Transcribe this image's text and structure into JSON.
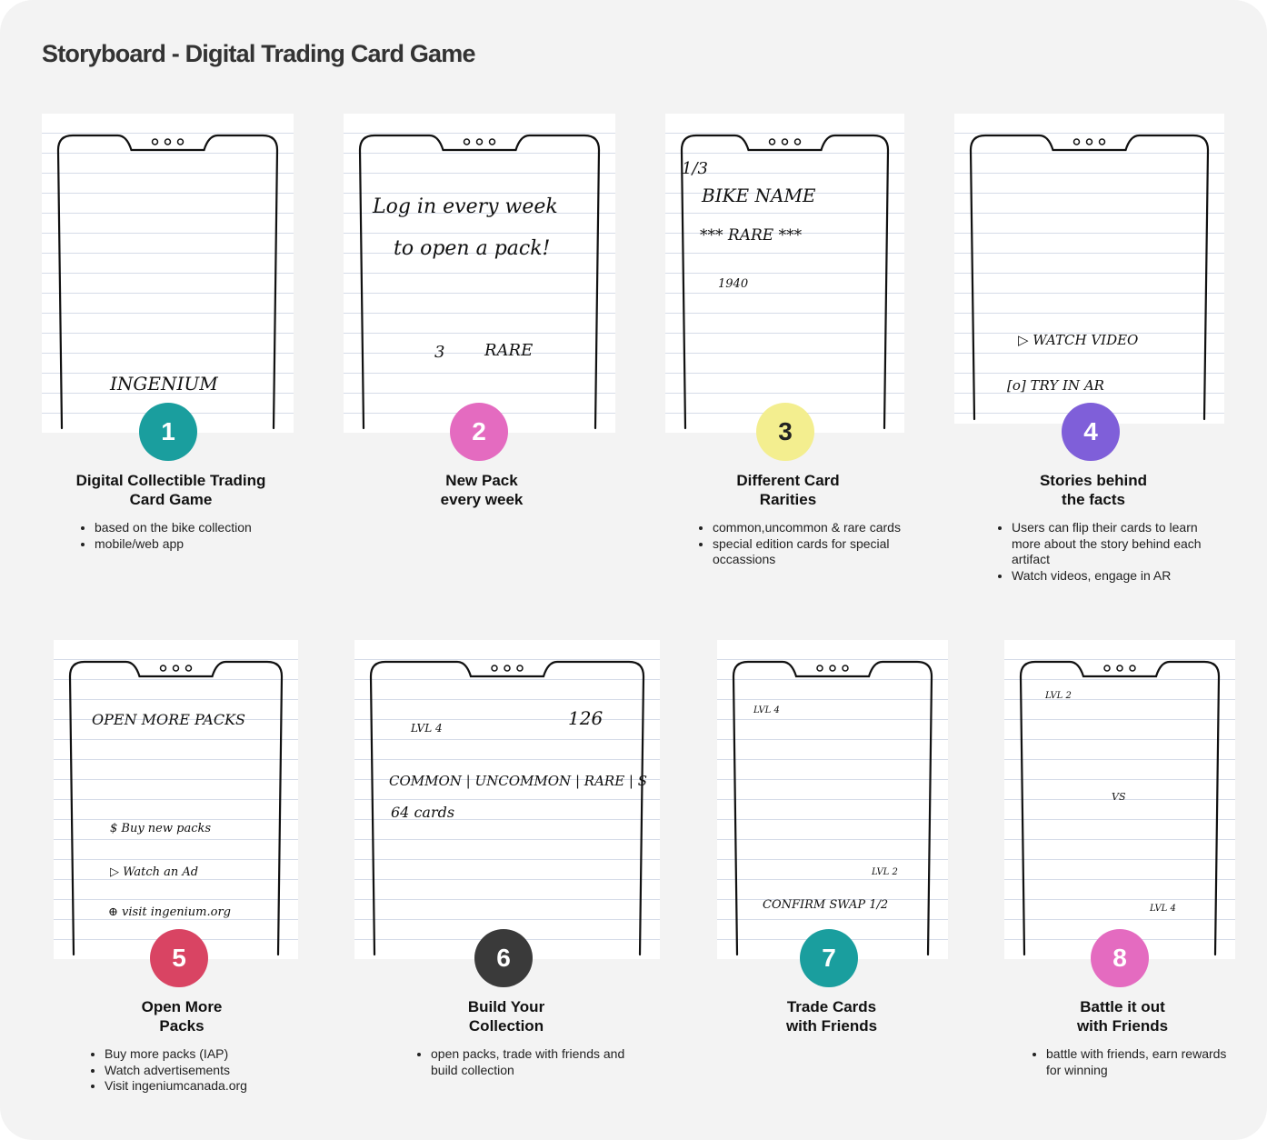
{
  "title": "Storyboard - Digital Trading Card Game",
  "panels": [
    {
      "number": "1",
      "color": "#1a9e9e",
      "text_color": "#ffffff",
      "title": [
        "Digital Collectible Trading",
        "Card Game"
      ],
      "bullets": [
        "based on the bike collection",
        "mobile/web app"
      ],
      "sketch_text": [
        "INGENIUM"
      ]
    },
    {
      "number": "2",
      "color": "#e46bc0",
      "text_color": "#ffffff",
      "title": [
        "New Pack",
        "every week"
      ],
      "bullets": [],
      "sketch_text": [
        "Log in every week",
        "to open a pack!",
        "RARE",
        "3"
      ]
    },
    {
      "number": "3",
      "color": "#f3ee8f",
      "text_color": "#222222",
      "title": [
        "Different Card",
        "Rarities"
      ],
      "bullets": [
        "common,uncommon & rare cards",
        "special edition cards for special occassions"
      ],
      "sketch_text": [
        "1/3",
        "BIKE   NAME",
        "*** RARE ***",
        "1940"
      ]
    },
    {
      "number": "4",
      "color": "#7f5fd9",
      "text_color": "#ffffff",
      "title": [
        "Stories behind",
        "the facts"
      ],
      "bullets": [
        "Users can flip their cards to learn more about the story behind each artifact",
        "Watch videos, engage in AR"
      ],
      "sketch_text": [
        "▷ WATCH  VIDEO",
        "[o] TRY  IN  AR"
      ]
    },
    {
      "number": "5",
      "color": "#d94463",
      "text_color": "#ffffff",
      "title": [
        "Open More",
        "Packs"
      ],
      "bullets": [
        "Buy more packs (IAP)",
        "Watch advertisements",
        "Visit ingeniumcanada.org"
      ],
      "sketch_text": [
        "OPEN  MORE  PACKS",
        "$ Buy new packs",
        "▷ Watch an Ad",
        "⊕ visit ingenium.org"
      ]
    },
    {
      "number": "6",
      "color": "#3a3a3a",
      "text_color": "#ffffff",
      "title": [
        "Build Your",
        "Collection"
      ],
      "bullets": [
        "open packs, trade with friends and build collection"
      ],
      "sketch_text": [
        "LVL 4",
        "126",
        "COMMON | UNCOMMON | RARE | S",
        "64 cards"
      ]
    },
    {
      "number": "7",
      "color": "#1a9e9e",
      "text_color": "#ffffff",
      "title": [
        "Trade Cards",
        "with Friends"
      ],
      "bullets": [],
      "sketch_text": [
        "LVL 4",
        "LVL 2",
        "CONFIRM SWAP 1/2"
      ]
    },
    {
      "number": "8",
      "color": "#e46bc0",
      "text_color": "#ffffff",
      "title": [
        "Battle it out",
        "with Friends"
      ],
      "bullets": [
        "battle with friends, earn rewards for winning"
      ],
      "sketch_text": [
        "LVL 2",
        "VS",
        "LVL 4"
      ]
    }
  ]
}
